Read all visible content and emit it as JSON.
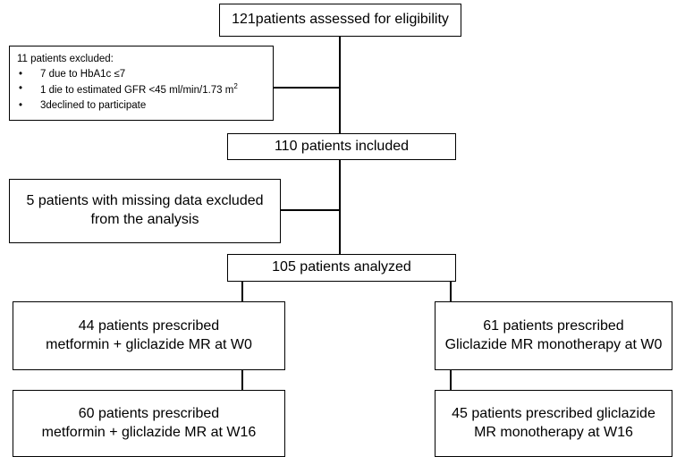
{
  "boxes": {
    "assessed": "121patients assessed for eligibility",
    "excluded": {
      "heading": "11 patients excluded:",
      "items": [
        "7 due to HbA1c ≤7",
        "1 die to estimated GFR <45 ml/min/1.73 m",
        "3declined to participate"
      ],
      "superscript": "2"
    },
    "included": "110 patients included",
    "missing": "5 patients with missing data excluded\nfrom the analysis",
    "analyzed": "105 patients analyzed",
    "combo_w0": "44 patients prescribed\nmetformin + gliclazide MR at W0",
    "mono_w0": "61 patients prescribed\nGliclazide MR monotherapy at W0",
    "combo_w16": "60 patients prescribed\nmetformin + gliclazide MR at W16",
    "mono_w16": "45 patients prescribed gliclazide\nMR monotherapy at W16"
  }
}
